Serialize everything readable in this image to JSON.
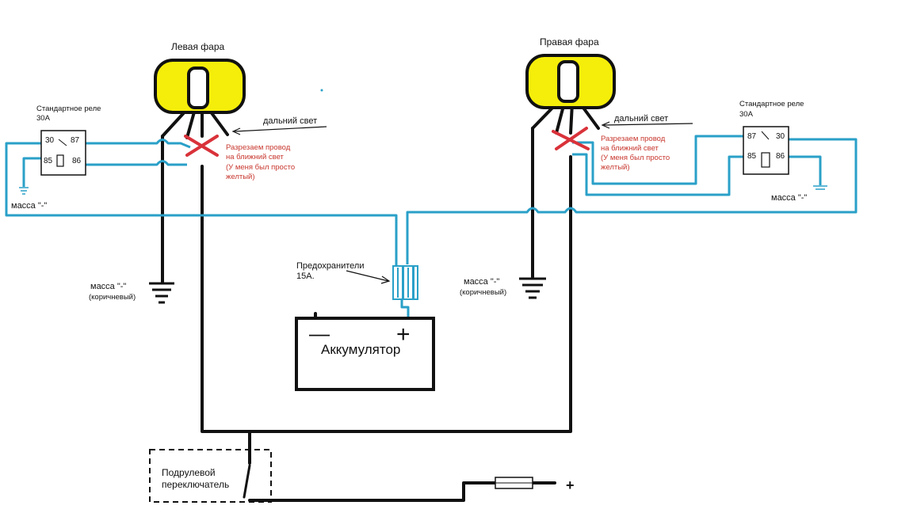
{
  "headlights": {
    "left": {
      "label": "Левая фара"
    },
    "right": {
      "label": "Правая фара"
    }
  },
  "relays": {
    "left": {
      "title": "Стандартное реле",
      "rating": "30А",
      "pins": {
        "p30": "30",
        "p87": "87",
        "p85": "85",
        "p86": "86"
      }
    },
    "right": {
      "title": "Стандартное реле",
      "rating": "30А",
      "pins": {
        "p30": "30",
        "p87": "87",
        "p85": "85",
        "p86": "86"
      }
    }
  },
  "annotations": {
    "high_beam_left": "дальний свет",
    "high_beam_right": "дальний свет",
    "cut_note_left": [
      "Разрезаем провод",
      "на ближний свет",
      "(У меня был просто",
      "желтый)"
    ],
    "cut_note_right": [
      "Разрезаем провод",
      "на ближний свет",
      "(У меня был просто",
      "желтый)"
    ]
  },
  "grounds": {
    "relay_left": "масса \"-\"",
    "relay_right": "масса \"-\"",
    "lamp_left": [
      "масса \"-\"",
      "(коричневый)"
    ],
    "lamp_right": [
      "масса \"-\"",
      "(коричневый)"
    ]
  },
  "fuses": {
    "label_line1": "Предохранители",
    "label_line2": "15А."
  },
  "battery": {
    "label": "Аккумулятор",
    "minus": "—",
    "plus": "+"
  },
  "switch": {
    "label_line1": "Подрулевой",
    "label_line2": "переключатель"
  },
  "supply": {
    "plus": "+"
  },
  "colors": {
    "wire_black": "#111111",
    "wire_blue": "#2aa0c8",
    "lamp_yellow": "#f5ee0a",
    "cut_red": "#d9323a",
    "note_red": "#c8372e"
  }
}
